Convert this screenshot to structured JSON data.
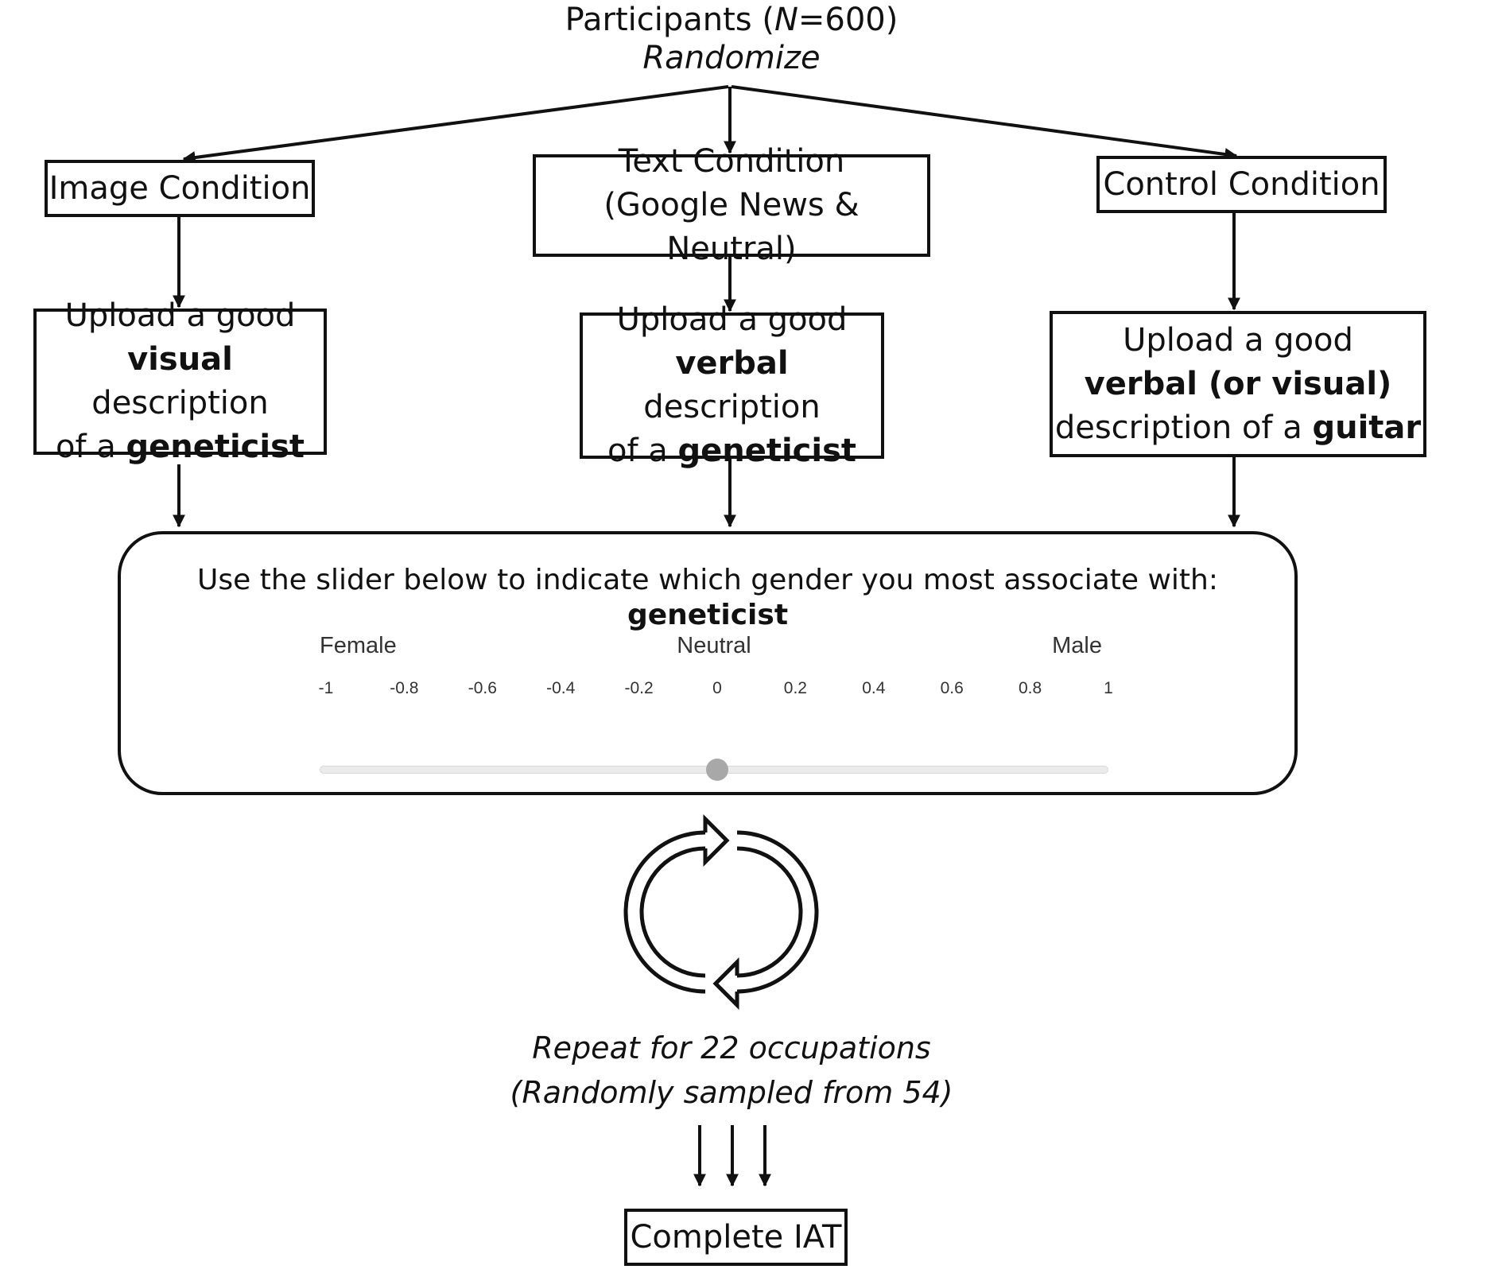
{
  "header": {
    "participants_text": "Participants (",
    "participants_n": "N",
    "participants_count": "=600)",
    "randomize": "Randomize"
  },
  "conditions": {
    "image": "Image Condition",
    "text_line1": "Text Condition",
    "text_line2": "(Google News & Neutral)",
    "control": "Control Condition"
  },
  "tasks": {
    "image": {
      "l1": "Upload a good",
      "l2_bold": "visual",
      "l2_rest": " description",
      "l3_pre": "of a ",
      "l3_bold": "geneticist"
    },
    "text": {
      "l1": "Upload a good",
      "l2_bold": "verbal",
      "l2_rest": " description",
      "l3_pre": "of a ",
      "l3_bold": "geneticist"
    },
    "control": {
      "l1": "Upload a good",
      "l2_bold": "verbal (or visual)",
      "l3_pre": "description of a ",
      "l3_bold": "guitar"
    }
  },
  "slider": {
    "prompt_pre": "Use the slider below to indicate which gender you most associate with: ",
    "prompt_bold": "geneticist",
    "label_female": "Female",
    "label_neutral": "Neutral",
    "label_male": "Male",
    "ticks": [
      "-1",
      "-0.8",
      "-0.6",
      "-0.4",
      "-0.2",
      "0",
      "0.2",
      "0.4",
      "0.6",
      "0.8",
      "1"
    ],
    "min": -1,
    "max": 1,
    "value": 0
  },
  "repeat": {
    "line1": "Repeat for 22 occupations",
    "line2": "(Randomly sampled from 54)"
  },
  "final": "Complete IAT",
  "icons": {
    "cycle": "refresh-cycle-icon"
  }
}
